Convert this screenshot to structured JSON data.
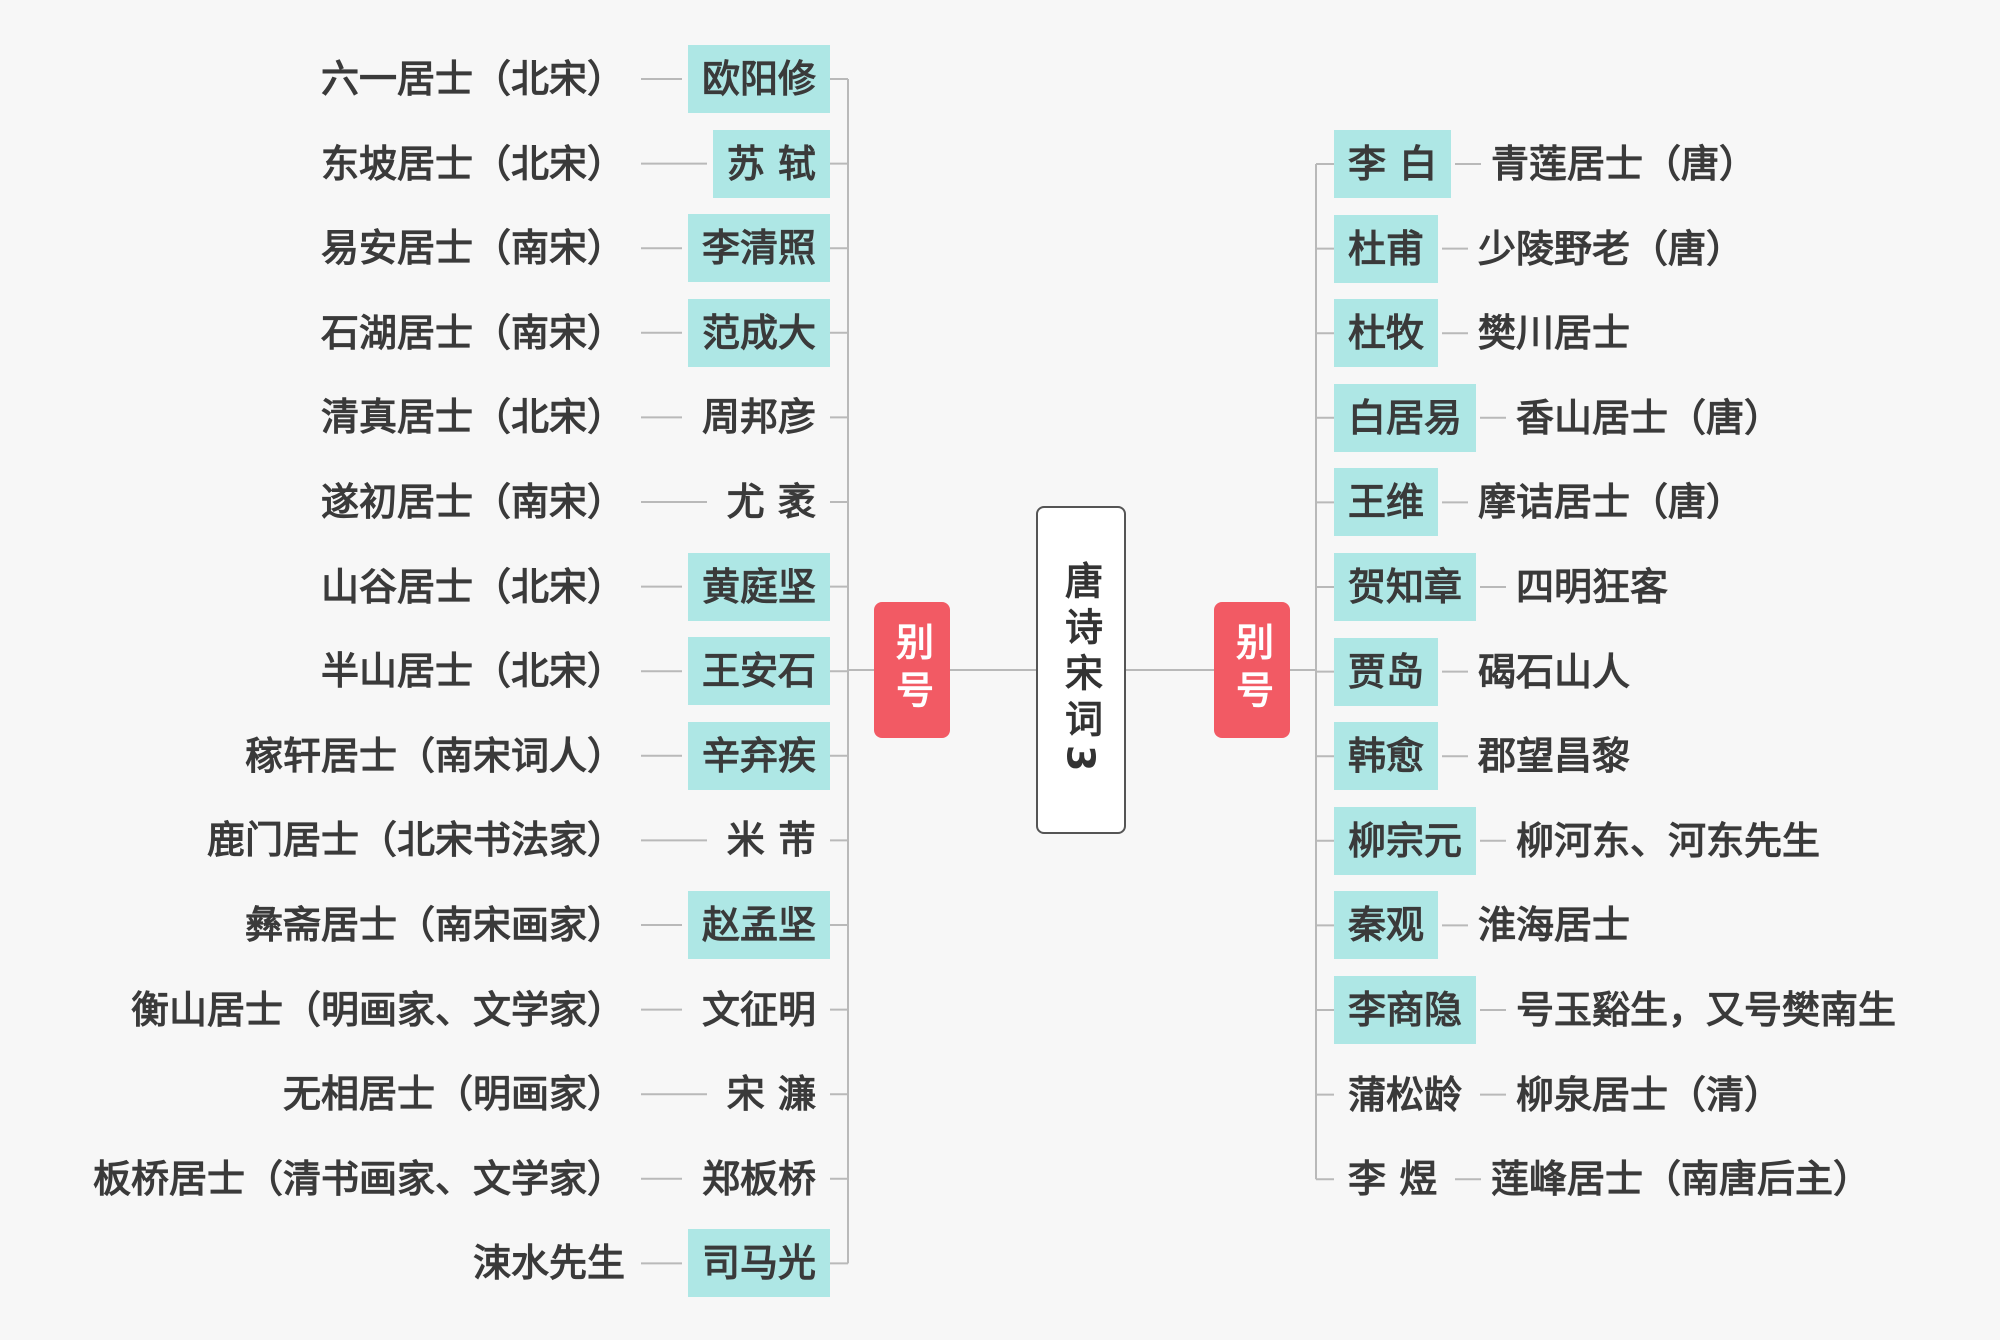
{
  "title": "唐诗宋词3",
  "hub_label": "别号",
  "left_items": [
    {
      "name": "欧阳修",
      "alias": "六一居士（北宋）",
      "highlight": true
    },
    {
      "name": "苏  轼",
      "alias": "东坡居士（北宋）",
      "highlight": true
    },
    {
      "name": "李清照",
      "alias": "易安居士（南宋）",
      "highlight": true
    },
    {
      "name": "范成大",
      "alias": "石湖居士（南宋）",
      "highlight": true
    },
    {
      "name": "周邦彦",
      "alias": "清真居士（北宋）",
      "highlight": false
    },
    {
      "name": "尤  袤",
      "alias": "遂初居士（南宋）",
      "highlight": false
    },
    {
      "name": "黄庭坚",
      "alias": "山谷居士（北宋）",
      "highlight": true
    },
    {
      "name": "王安石",
      "alias": "半山居士（北宋）",
      "highlight": true
    },
    {
      "name": "辛弃疾",
      "alias": "稼轩居士（南宋词人）",
      "highlight": true
    },
    {
      "name": "米  芾",
      "alias": "鹿门居士（北宋书法家）",
      "highlight": false
    },
    {
      "name": "赵孟坚",
      "alias": "彝斋居士（南宋画家）",
      "highlight": true
    },
    {
      "name": "文征明",
      "alias": "衡山居士（明画家、文学家）",
      "highlight": false
    },
    {
      "name": "宋  濂",
      "alias": "无相居士（明画家）",
      "highlight": false
    },
    {
      "name": "郑板桥",
      "alias": "板桥居士（清书画家、文学家）",
      "highlight": false
    },
    {
      "name": "司马光",
      "alias": "涑水先生",
      "highlight": true
    }
  ],
  "right_items": [
    {
      "name": "李  白",
      "alias": "青莲居士（唐）",
      "highlight": true
    },
    {
      "name": "杜甫",
      "alias": "少陵野老（唐）",
      "highlight": true
    },
    {
      "name": "杜牧",
      "alias": "樊川居士",
      "highlight": true
    },
    {
      "name": "白居易",
      "alias": "香山居士（唐）",
      "highlight": true
    },
    {
      "name": "王维",
      "alias": "摩诘居士（唐）",
      "highlight": true
    },
    {
      "name": "贺知章",
      "alias": "四明狂客",
      "highlight": true
    },
    {
      "name": "贾岛",
      "alias": "碣石山人",
      "highlight": true
    },
    {
      "name": "韩愈",
      "alias": "郡望昌黎",
      "highlight": true
    },
    {
      "name": "柳宗元",
      "alias": "柳河东、河东先生",
      "highlight": true
    },
    {
      "name": "秦观",
      "alias": "淮海居士",
      "highlight": true
    },
    {
      "name": "李商隐",
      "alias": "号玉谿生，又号樊南生",
      "highlight": true
    },
    {
      "name": "蒲松龄",
      "alias": "柳泉居士（清）",
      "highlight": false
    },
    {
      "name": "李  煜",
      "alias": "莲峰居士（南唐后主）",
      "highlight": false
    }
  ]
}
